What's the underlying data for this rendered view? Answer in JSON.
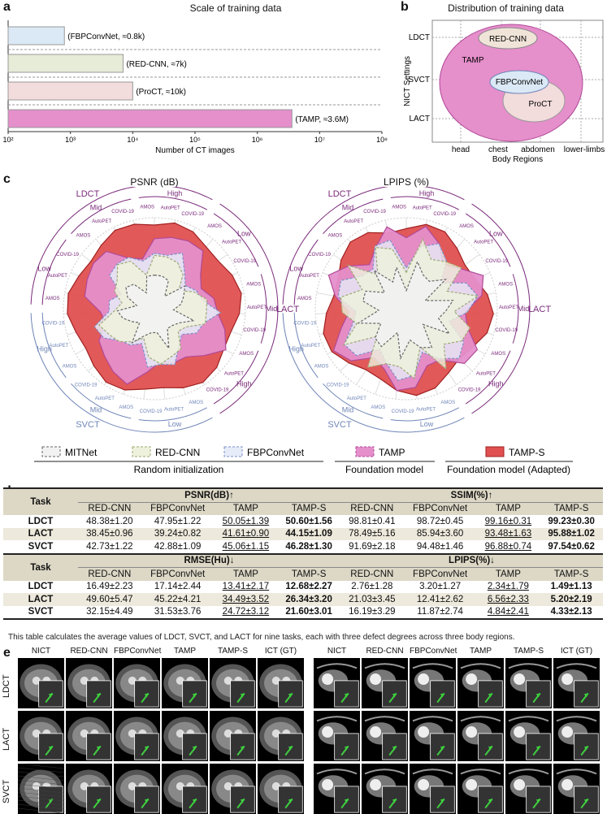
{
  "panels": {
    "a": "a",
    "b": "b",
    "c": "c",
    "d": "d",
    "e": "e"
  },
  "panel_a": {
    "title": "Scale of training data",
    "xlabel": "Number of CT images",
    "xticks": [
      "10²",
      "10³",
      "10⁴",
      "10⁵",
      "10⁶",
      "10⁷",
      "10⁸"
    ],
    "bars": [
      {
        "label": "(FBPConvNet, ≈0.8k)",
        "value": 800,
        "color": "#dbe9f6"
      },
      {
        "label": "(RED-CNN, ≈7k)",
        "value": 7000,
        "color": "#e6ecd8"
      },
      {
        "label": "(ProCT, ≈10k)",
        "value": 10000,
        "color": "#f2dcdc"
      },
      {
        "label": "(TAMP, ≈3.6M)",
        "value": 3600000,
        "color": "#e58fcb"
      }
    ]
  },
  "panel_b": {
    "title": "Distribution of training data",
    "ylabel": "NICT Settings",
    "xlabel": "Body Regions",
    "yticks": [
      "LDCT",
      "SVCT",
      "LACT"
    ],
    "xticks": [
      "head",
      "chest",
      "abdomen",
      "lower-limbs"
    ],
    "regions": [
      "TAMP",
      "RED-CNN",
      "FBPConvNet",
      "ProCT"
    ]
  },
  "panel_c": {
    "left_title": "PSNR (dB)",
    "right_title": "LPIPS (%)",
    "groups": [
      "LDCT",
      "LACT",
      "SVCT"
    ],
    "levels": [
      "Low",
      "Mid",
      "High"
    ],
    "datasets": [
      "AMOS",
      "AutoPET",
      "COVID-19"
    ],
    "legend": [
      {
        "name": "MITNet",
        "color": "#f2f2f2",
        "stroke": "#666"
      },
      {
        "name": "RED-CNN",
        "color": "#eef2dc",
        "stroke": "#9aaa70"
      },
      {
        "name": "FBPConvNet",
        "color": "#e6ecf8",
        "stroke": "#7a90c8"
      },
      {
        "name": "TAMP",
        "color": "#e58fcb",
        "stroke": "#b04a98"
      },
      {
        "name": "TAMP-S",
        "color": "#e05050",
        "stroke": "#a02020"
      }
    ],
    "legend_groups": [
      "Random initialization",
      "Foundation model",
      "Foundation model (Adapted)"
    ]
  },
  "table": {
    "task_label": "Task",
    "top_metrics": [
      "PSNR(dB)↑",
      "SSIM(%)↑"
    ],
    "bottom_metrics": [
      "RMSE(Hu)↓",
      "LPIPS(%)↓"
    ],
    "methods": [
      "RED-CNN",
      "FBPConvNet",
      "TAMP",
      "TAMP-S"
    ],
    "top_rows": [
      {
        "task": "LDCT",
        "vals": [
          "48.38±1.20",
          "47.95±1.22",
          "50.05±1.39",
          "50.60±1.56",
          "98.81±0.41",
          "98.72±0.45",
          "99.16±0.31",
          "99.23±0.30"
        ]
      },
      {
        "task": "LACT",
        "vals": [
          "38.45±0.96",
          "39.24±0.82",
          "41.61±0.90",
          "44.15±1.09",
          "78.49±5.16",
          "85.94±3.60",
          "93.48±1.63",
          "95.88±1.02"
        ]
      },
      {
        "task": "SVCT",
        "vals": [
          "42.73±1.22",
          "42.88±1.09",
          "45.06±1.15",
          "46.28±1.30",
          "91.69±2.18",
          "94.48±1.46",
          "96.88±0.74",
          "97.54±0.62"
        ]
      }
    ],
    "bottom_rows": [
      {
        "task": "LDCT",
        "vals": [
          "16.49±2.23",
          "17.14±2.44",
          "13.41±2.17",
          "12.68±2.27",
          "2.76±1.28",
          "3.20±1.27",
          "2.34±1.79",
          "1.49±1.13"
        ]
      },
      {
        "task": "LACT",
        "vals": [
          "49.60±5.47",
          "45.22±4.21",
          "34.49±3.52",
          "26.34±3.20",
          "21.03±3.45",
          "12.41±2.62",
          "6.56±2.33",
          "5.20±2.19"
        ]
      },
      {
        "task": "SVCT",
        "vals": [
          "32.15±4.49",
          "31.53±3.76",
          "24.72±3.12",
          "21.60±3.01",
          "16.19±3.29",
          "11.87±2.74",
          "4.84±2.41",
          "4.33±2.13"
        ]
      }
    ],
    "note": "This table calculates the average values of LDCT, SVCT, and LACT for nine tasks, each with three defect degrees across three body regions."
  },
  "panel_e": {
    "columns": [
      "NICT",
      "RED-CNN",
      "FBPConvNet",
      "TAMP",
      "TAMP-S",
      "ICT (GT)"
    ],
    "rows": [
      "LDCT",
      "LACT",
      "SVCT"
    ]
  }
}
